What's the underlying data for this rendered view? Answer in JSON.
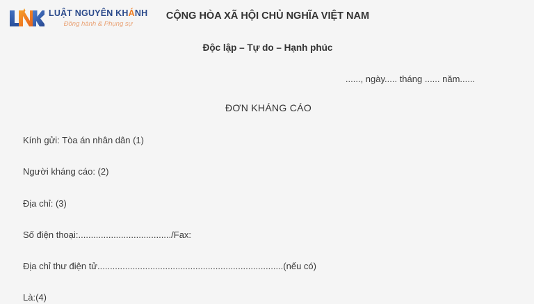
{
  "background_color": "#f5f5f5",
  "brand": {
    "logo_icon": "lnk-monogram-icon",
    "name_part1": "LUẬT NGUYÊN KH",
    "name_accent": "Á",
    "name_part2": "NH",
    "name_full": "LUẬT NGUYÊN KHÁNH",
    "tagline": "Đồng hành & Phụng sự",
    "colors": {
      "name": "#2b4a8b",
      "accent": "#ee7d23",
      "tagline": "#e9a173",
      "logo_blue": "#2e5aa8",
      "logo_orange": "#f08020"
    }
  },
  "document": {
    "national_title": "CỘNG HÒA XÃ HỘI CHỦ NGHĨA VIỆT NAM",
    "motto": "Độc lập – Tự do – Hạnh phúc",
    "dateline": "......, ngày..... tháng ...... năm......",
    "title": "ĐƠN KHÁNG CÁO",
    "lines": [
      "Kính gửi: Tòa án nhân dân (1)",
      "Người kháng cáo: (2)",
      "Địa chỉ: (3)",
      "Số điện thoại:...................................../Fax:",
      "Địa chỉ thư điện tử..........................................................................(nếu có)",
      "Là:(4)"
    ]
  }
}
